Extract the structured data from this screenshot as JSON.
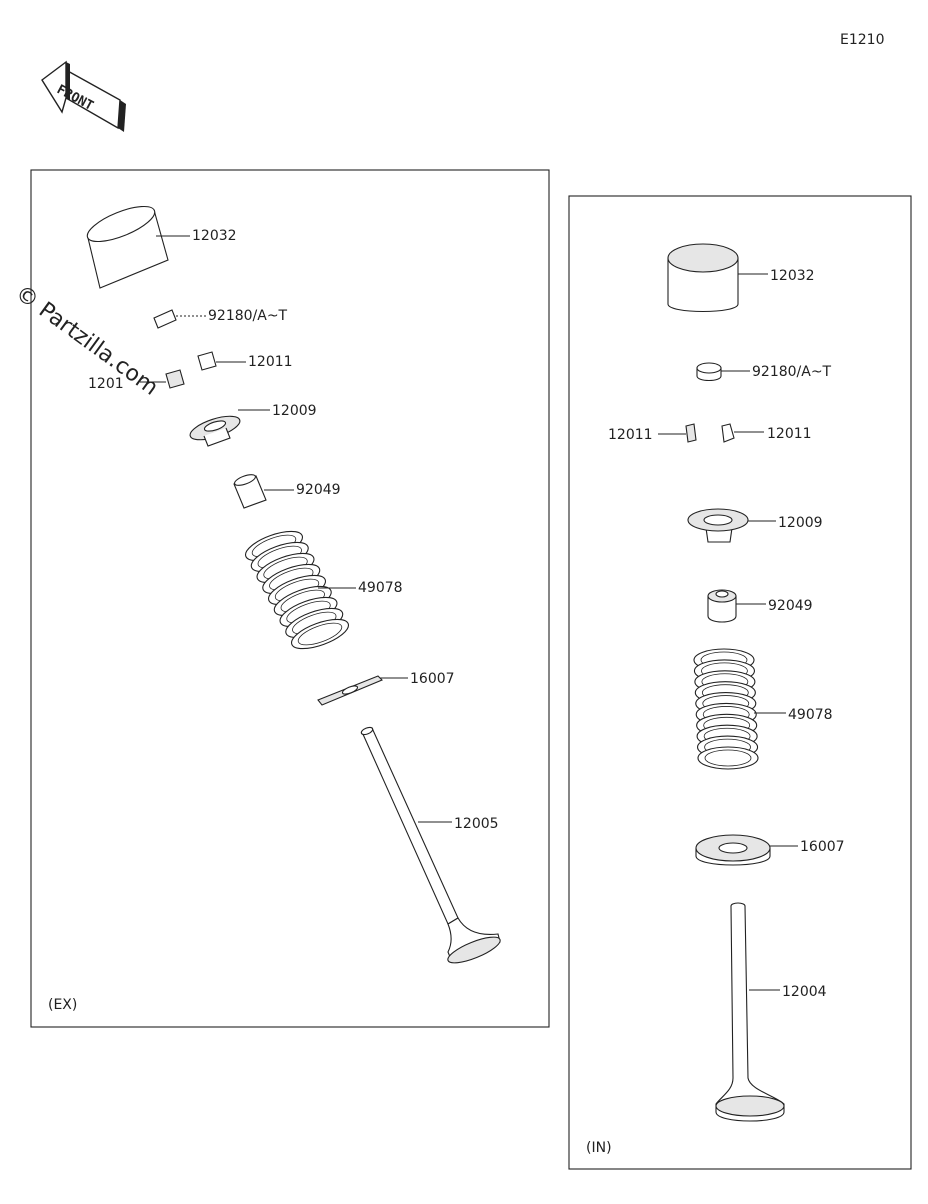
{
  "diagram_code": "E1210",
  "front_arrow_label": "FRONT",
  "watermark": "© Partzilla.com",
  "panels": {
    "exhaust": {
      "tag": "(EX)",
      "labels": {
        "tappet": "12032",
        "shim": "92180/A~T",
        "cotter_right": "12011",
        "cotter_left": "1201",
        "retainer": "12009",
        "stem_seal": "92049",
        "spring": "49078",
        "seat": "16007",
        "valve": "12005"
      }
    },
    "intake": {
      "tag": "(IN)",
      "labels": {
        "tappet": "12032",
        "shim": "92180/A~T",
        "cotter_left": "12011",
        "cotter_right": "12011",
        "retainer": "12009",
        "stem_seal": "92049",
        "spring": "49078",
        "seat": "16007",
        "valve": "12004"
      }
    }
  }
}
